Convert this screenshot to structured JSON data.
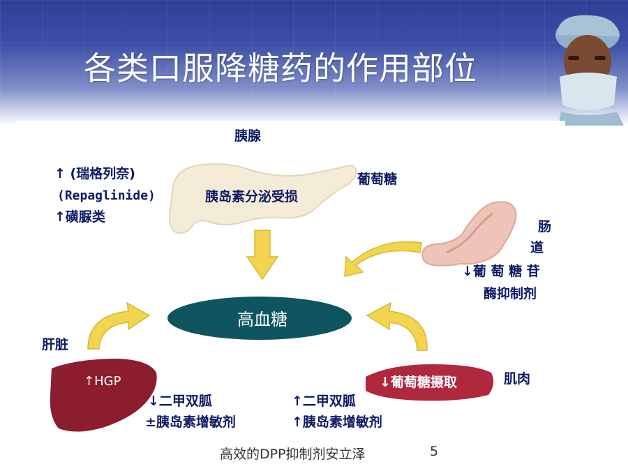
{
  "title": "各类口服降糖药的作用部位",
  "footer": {
    "text": "高效的DPP抑制剂安立泽",
    "page": "5"
  },
  "organs": {
    "pancreas": {
      "label": "胰腺",
      "inner": "胰岛素分泌受损"
    },
    "glucose_label": "葡萄糖",
    "intestine": {
      "label_1": "肠",
      "label_2": "道",
      "drug_1": "↓葡 萄 糖 苷",
      "drug_2": "酶抑制剂"
    },
    "center": "高血糖",
    "liver": {
      "label": "肝脏",
      "inner": "↑HGP",
      "drug_1": "↓二甲双胍",
      "drug_2": "±胰岛素增敏剂"
    },
    "muscle": {
      "label": "肌肉",
      "inner": "↓葡萄糖摄取",
      "drug_1": "↑二甲双胍",
      "drug_2": "↑胰岛素增敏剂"
    }
  },
  "secretagogues": {
    "line_1": "↑ (瑞格列奈)",
    "line_2": "(Repaglinide)",
    "line_3": "↑磺脲类"
  },
  "colors": {
    "title_bg": "#2e3f96",
    "label_text": "#0c1a66",
    "arrow": "#f2d44e",
    "ellipse": "#0f5560",
    "liver": "#8c1d2e",
    "muscle": "#b0283c",
    "pancreas": "#f5ecd8"
  }
}
